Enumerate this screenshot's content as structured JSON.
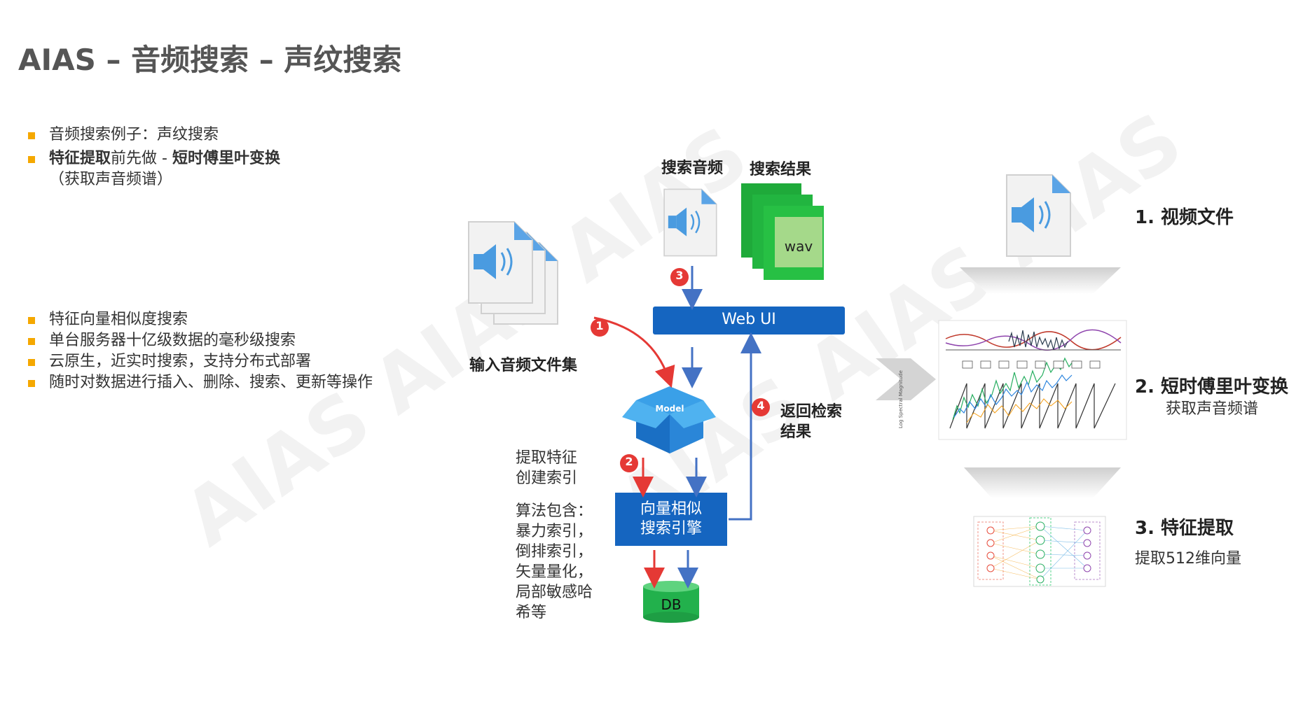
{
  "title": "AIAS – 音频搜索 – 声纹搜索",
  "watermark": "AIAS AIAS AIAS",
  "bullets_top": [
    {
      "text": "音频搜索例子：声纹搜索"
    },
    {
      "bold1": "特征提取",
      "mid": "前先做 - ",
      "bold2": "短时傅里叶变换",
      "line2": "（获取声音频谱）"
    }
  ],
  "bullets_bottom": [
    "特征向量相似度搜索",
    "单台服务器十亿级数据的毫秒级搜索",
    "云原生，近实时搜索，支持分布式部署",
    "随时对数据进行插入、删除、搜索、更新等操作"
  ],
  "diagram": {
    "search_audio_label": "搜索音频",
    "search_result_label": "搜索结果",
    "wav_label": "wav",
    "input_label": "输入音频文件集",
    "webui_label": "Web UI",
    "model_label": "Model",
    "engine_label": "向量相似\n搜索引擎",
    "db_label": "DB",
    "extract_note": "提取特征\n创建索引",
    "algo_note": "算法包含：\n暴力索引，\n倒排索引，\n矢量量化，\n局部敏感哈\n希等",
    "return_note": "返回检索\n结果",
    "badges": [
      "1",
      "2",
      "3",
      "4"
    ]
  },
  "steps": {
    "s1": "1. 视频文件",
    "s2": "2. 短时傅里叶变换",
    "s2_sub": "获取声音频谱",
    "s3": "3. 特征提取",
    "s3_sub": "提取512维向量",
    "spectrum_ylabel": "Log Spectral Magnitude"
  },
  "colors": {
    "accent_bullet": "#F5A800",
    "blue_box": "#1565C0",
    "red_badge": "#E53935",
    "green_db": "#22B14C",
    "arrow_blue": "#4472C4",
    "arrow_red": "#E53935"
  }
}
